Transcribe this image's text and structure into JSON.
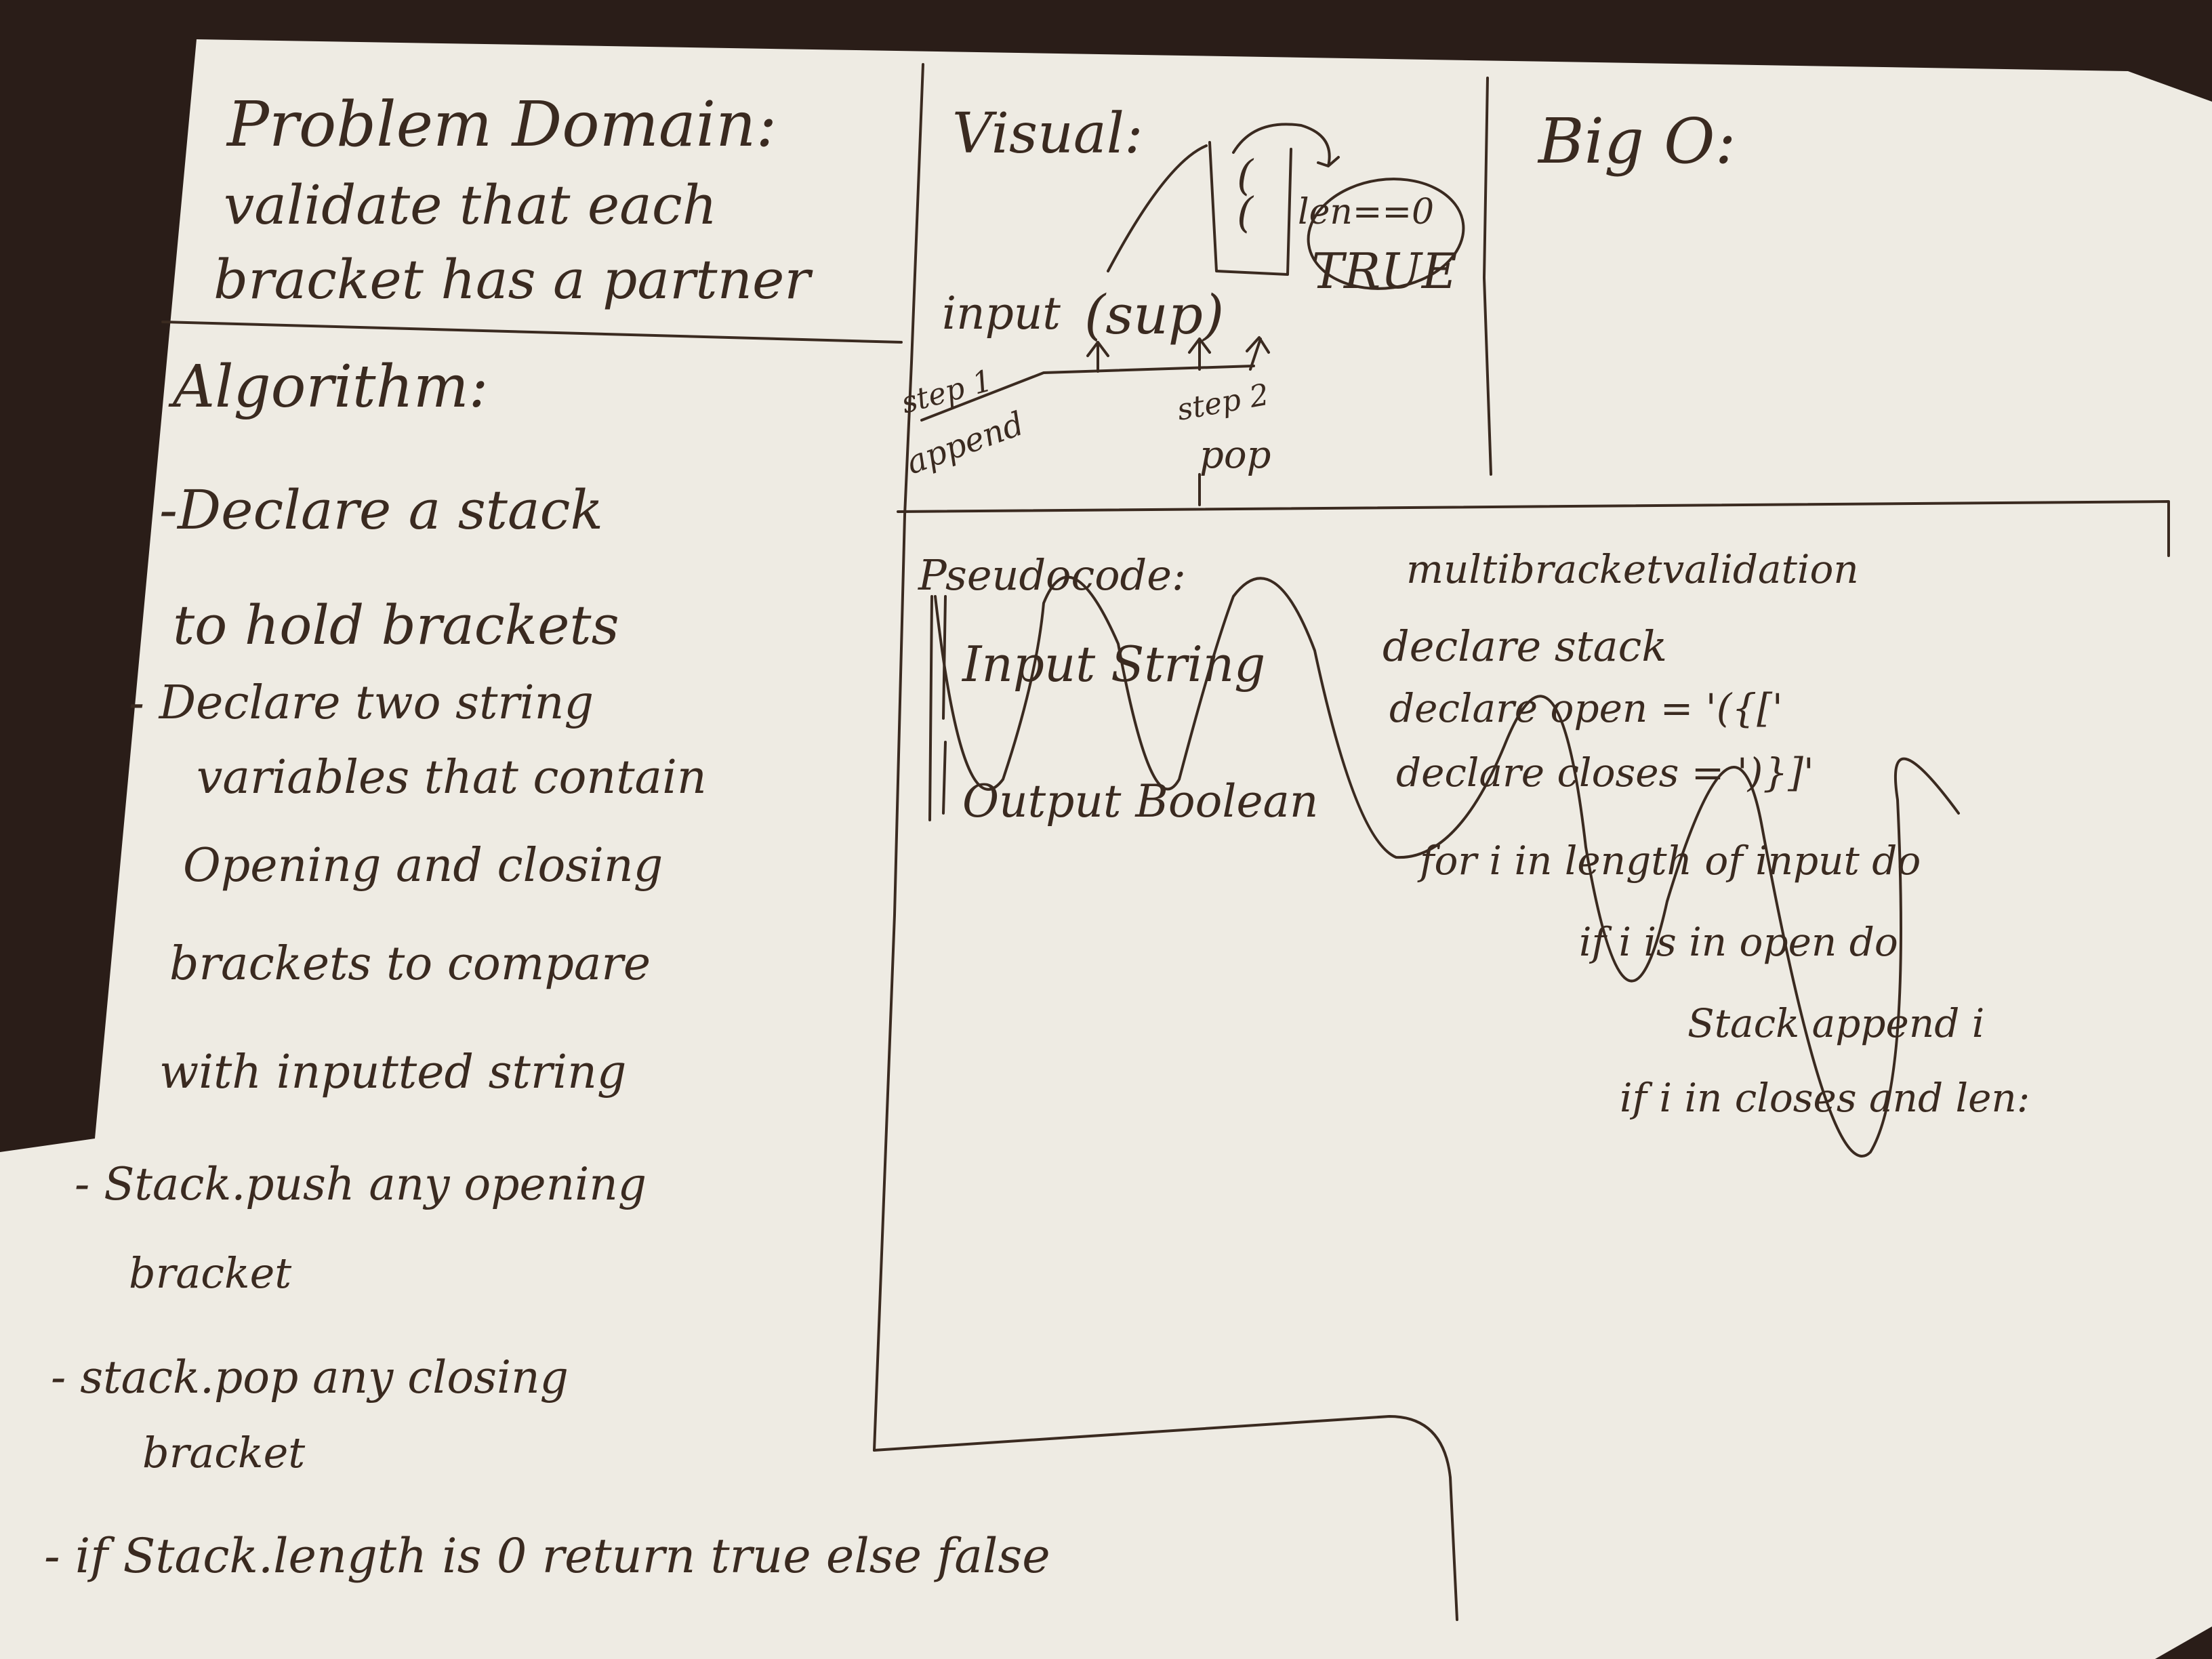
{
  "problem_domain": {
    "heading": "Problem Domain:",
    "lines": [
      "validate that each",
      "bracket has a partner"
    ]
  },
  "visual": {
    "heading": "Visual:",
    "input_label": "input",
    "input_value": "(sup)",
    "step1_label": "step 1",
    "step1_action": "append",
    "step2_label": "step 2",
    "step2_action": "pop",
    "stack_item_top": "(",
    "stack_item_bottom": "(",
    "check_text": "len==0",
    "result": "TRUE"
  },
  "big_o": {
    "heading": "Big O:"
  },
  "algorithm": {
    "heading": "Algorithm:",
    "lines": [
      "-Declare a stack",
      "to hold brackets",
      "- Declare two string",
      "variables that contain",
      "Opening and closing",
      "brackets to compare",
      "with inputted string",
      "- Stack.push any opening",
      "bracket",
      "- stack.pop any closing",
      "bracket",
      "- if Stack.length is 0 return true else false"
    ]
  },
  "pseudocode": {
    "heading": "Pseudocode:",
    "input_line": "Input  String",
    "output_line": "Output  Boolean"
  },
  "code": {
    "lines": [
      "multibracketvalidation",
      "declare stack",
      "declare open = '({['",
      "declare closes = ')}]'",
      "for i in length of input do",
      "if i is in open do",
      "Stack append i",
      "if i in closes and len:"
    ]
  }
}
